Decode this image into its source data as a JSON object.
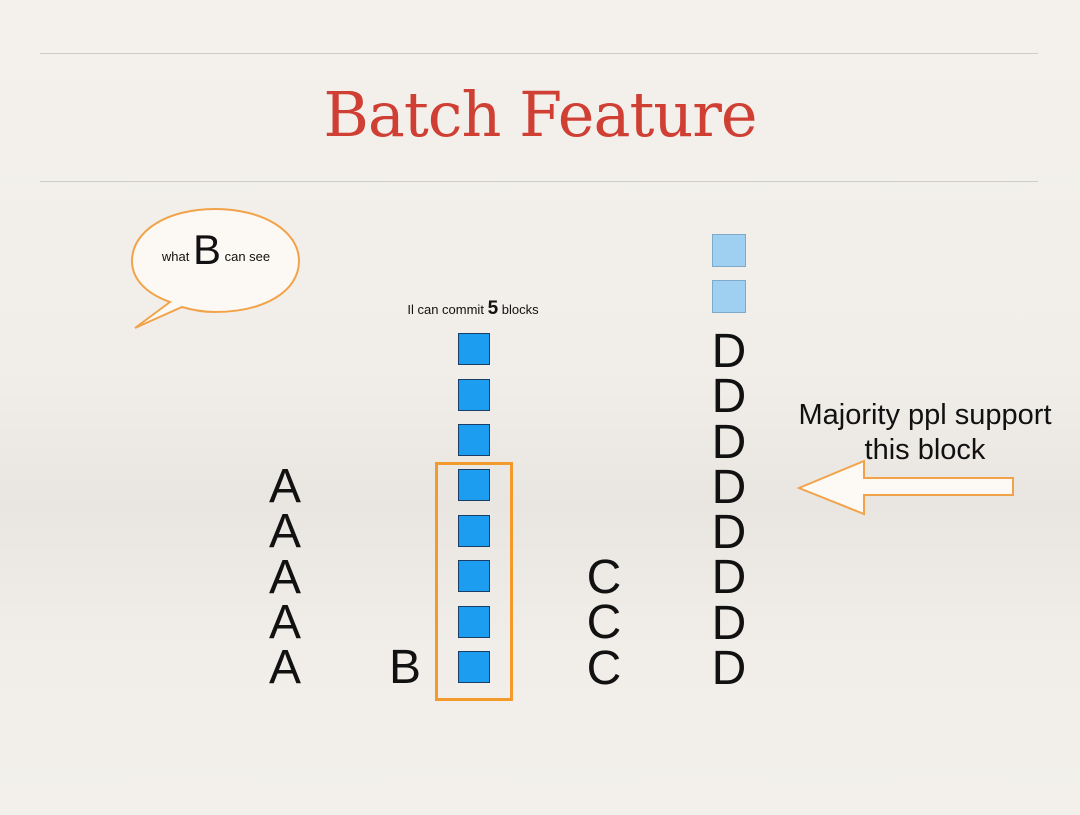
{
  "slide": {
    "title": "Batch Feature"
  },
  "bubble": {
    "prefix": "what",
    "highlight": "B",
    "suffix": "can see"
  },
  "commit_note": {
    "prefix": "Il can commit",
    "number": "5",
    "suffix": "blocks"
  },
  "nodes": {
    "a": [
      "A",
      "A",
      "A",
      "A",
      "A"
    ],
    "b": [
      "B"
    ],
    "c": [
      "C",
      "C",
      "C"
    ],
    "d": [
      "D",
      "D",
      "D",
      "D",
      "D",
      "D",
      "D",
      "D"
    ]
  },
  "blocks": {
    "committed_count": 8,
    "selected_count": 5,
    "pending_count": 2
  },
  "annotation": {
    "text": "Majority ppl support this block"
  },
  "colors": {
    "title": "#cf3f33",
    "block": "#1d9df0",
    "pending_block": "#9fd0f2",
    "highlight_outline": "#f39a2c"
  }
}
